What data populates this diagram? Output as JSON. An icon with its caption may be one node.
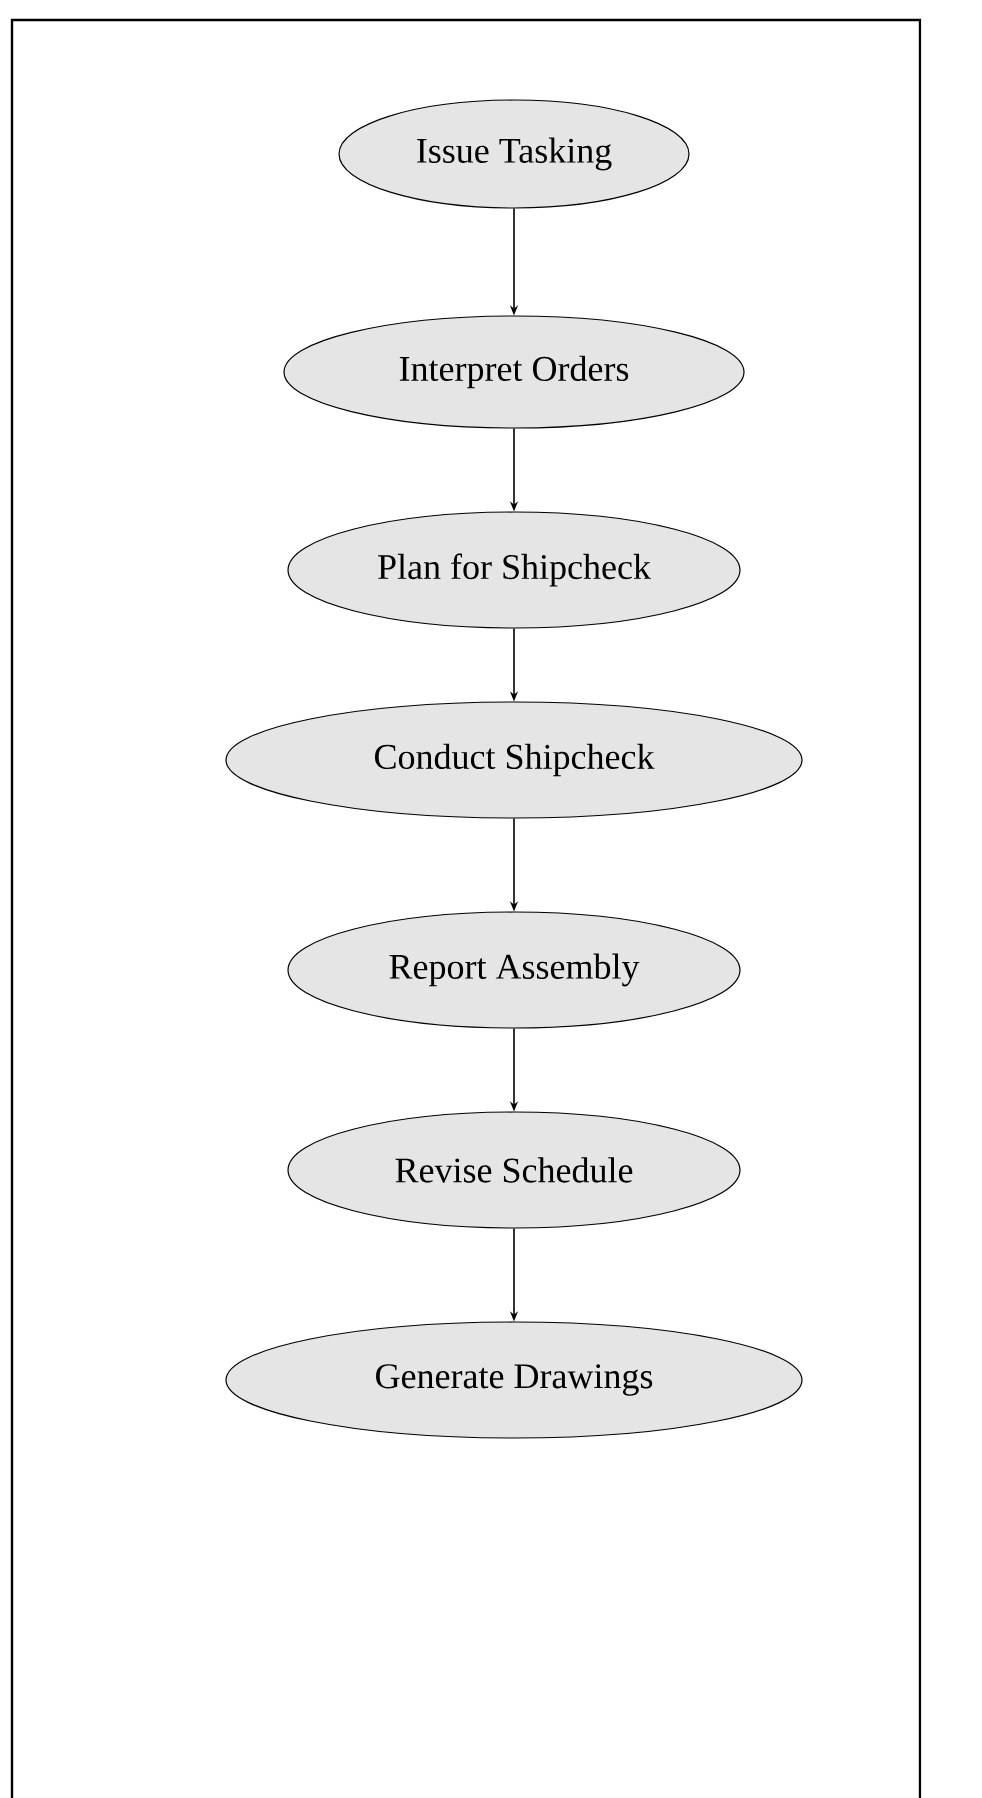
{
  "diagram": {
    "nodes": [
      {
        "text": [
          "Issue Tasking"
        ]
      },
      {
        "text": [
          "Interpret Orders"
        ]
      },
      {
        "text": [
          "Plan for Shipcheck"
        ]
      },
      {
        "text": [
          "Conduct Shipcheck"
        ]
      },
      {
        "text": [
          "Report Assembly"
        ]
      },
      {
        "text": [
          "Revise Schedule"
        ]
      },
      {
        "text": [
          "Generate Drawings"
        ]
      }
    ],
    "edges": [
      {
        "from": 0,
        "to": 1,
        "arrow": "to"
      },
      {
        "from": 1,
        "to": 2,
        "arrow": "to"
      },
      {
        "from": 2,
        "to": 3,
        "arrow": "to"
      },
      {
        "from": 3,
        "to": 4,
        "arrow": "to"
      },
      {
        "from": 4,
        "to": 5,
        "arrow": "to"
      },
      {
        "from": 5,
        "to": 6,
        "arrow": "to"
      }
    ]
  }
}
